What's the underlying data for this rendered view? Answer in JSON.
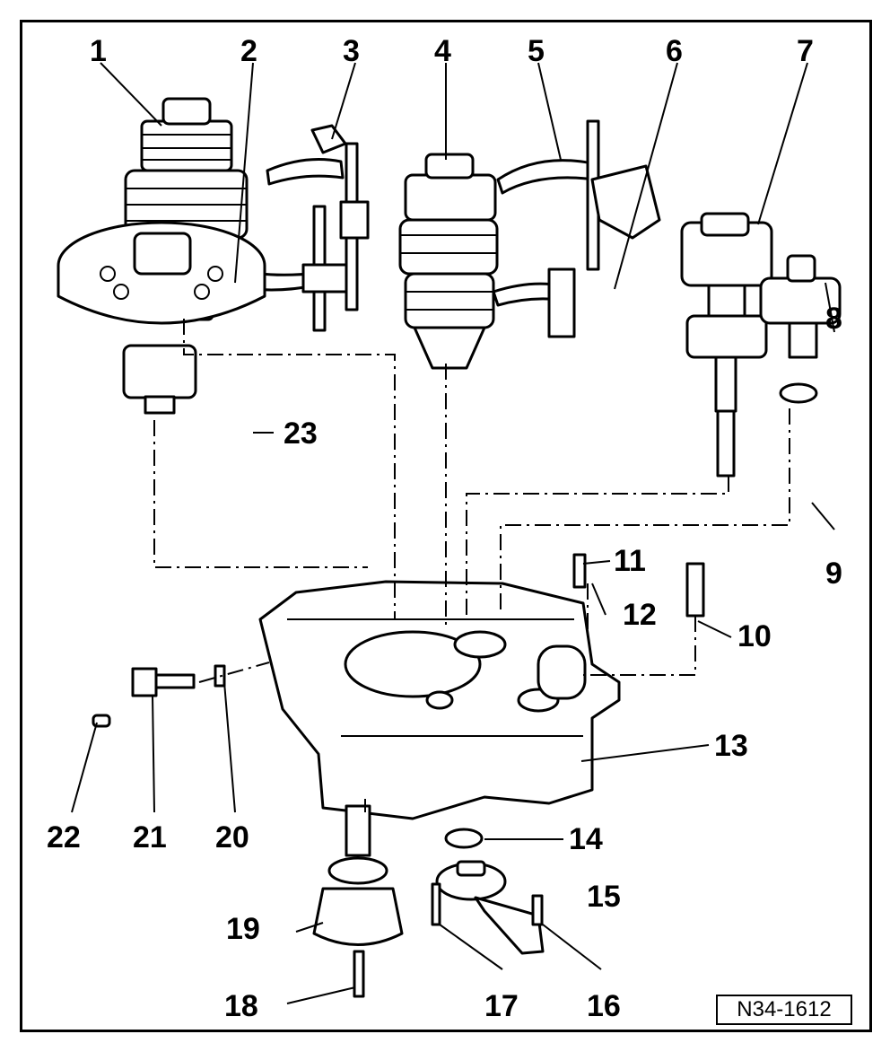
{
  "figure": {
    "callouts": [
      "1",
      "2",
      "3",
      "4",
      "5",
      "6",
      "7",
      "8",
      "9",
      "10",
      "11",
      "12",
      "13",
      "14",
      "15",
      "16",
      "17",
      "18",
      "19",
      "20",
      "21",
      "22",
      "23"
    ],
    "reference_code": "N34-1612",
    "colors": {
      "line": "#000000",
      "background": "#ffffff",
      "fill": "#ffffff"
    }
  }
}
